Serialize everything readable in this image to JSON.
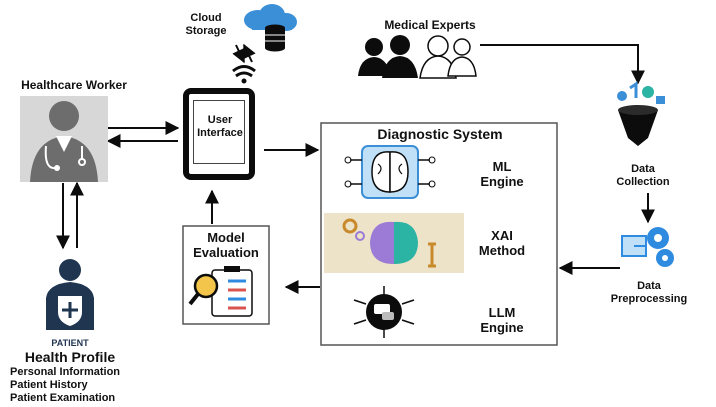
{
  "nodes": {
    "cloud": {
      "line1": "Cloud",
      "line2": "Storage"
    },
    "medical_experts": "Medical Experts",
    "healthcare_worker": "Healthcare Worker",
    "user_interface": {
      "line1": "User",
      "line2": "Interface"
    },
    "diagnostic_system": "Diagnostic System",
    "ml_engine": {
      "line1": "ML",
      "line2": "Engine"
    },
    "xai_method": {
      "line1": "XAI",
      "line2": "Method"
    },
    "llm_engine": {
      "line1": "LLM",
      "line2": "Engine"
    },
    "model_evaluation": {
      "line1": "Model",
      "line2": "Evaluation"
    },
    "data_collection": {
      "line1": "Data",
      "line2": "Collection"
    },
    "data_preprocessing": {
      "line1": "Data",
      "line2": "Preprocessing"
    },
    "patient": {
      "badge": "PATIENT",
      "title": "Health Profile",
      "items": [
        "Personal Information",
        "Patient History",
        "Patient Examination"
      ]
    }
  },
  "colors": {
    "ink": "#0c0c0c",
    "brain_blue": "#3b8fd6",
    "brain_light": "#bfe0f7",
    "xai_band": "#ece3c9",
    "xai_purple": "#9b7bd6",
    "xai_teal": "#2bb3a3",
    "patient_navy": "#1f3550",
    "gear_blue": "#2f8be0",
    "avatar_gray": "#6d6d6d"
  }
}
